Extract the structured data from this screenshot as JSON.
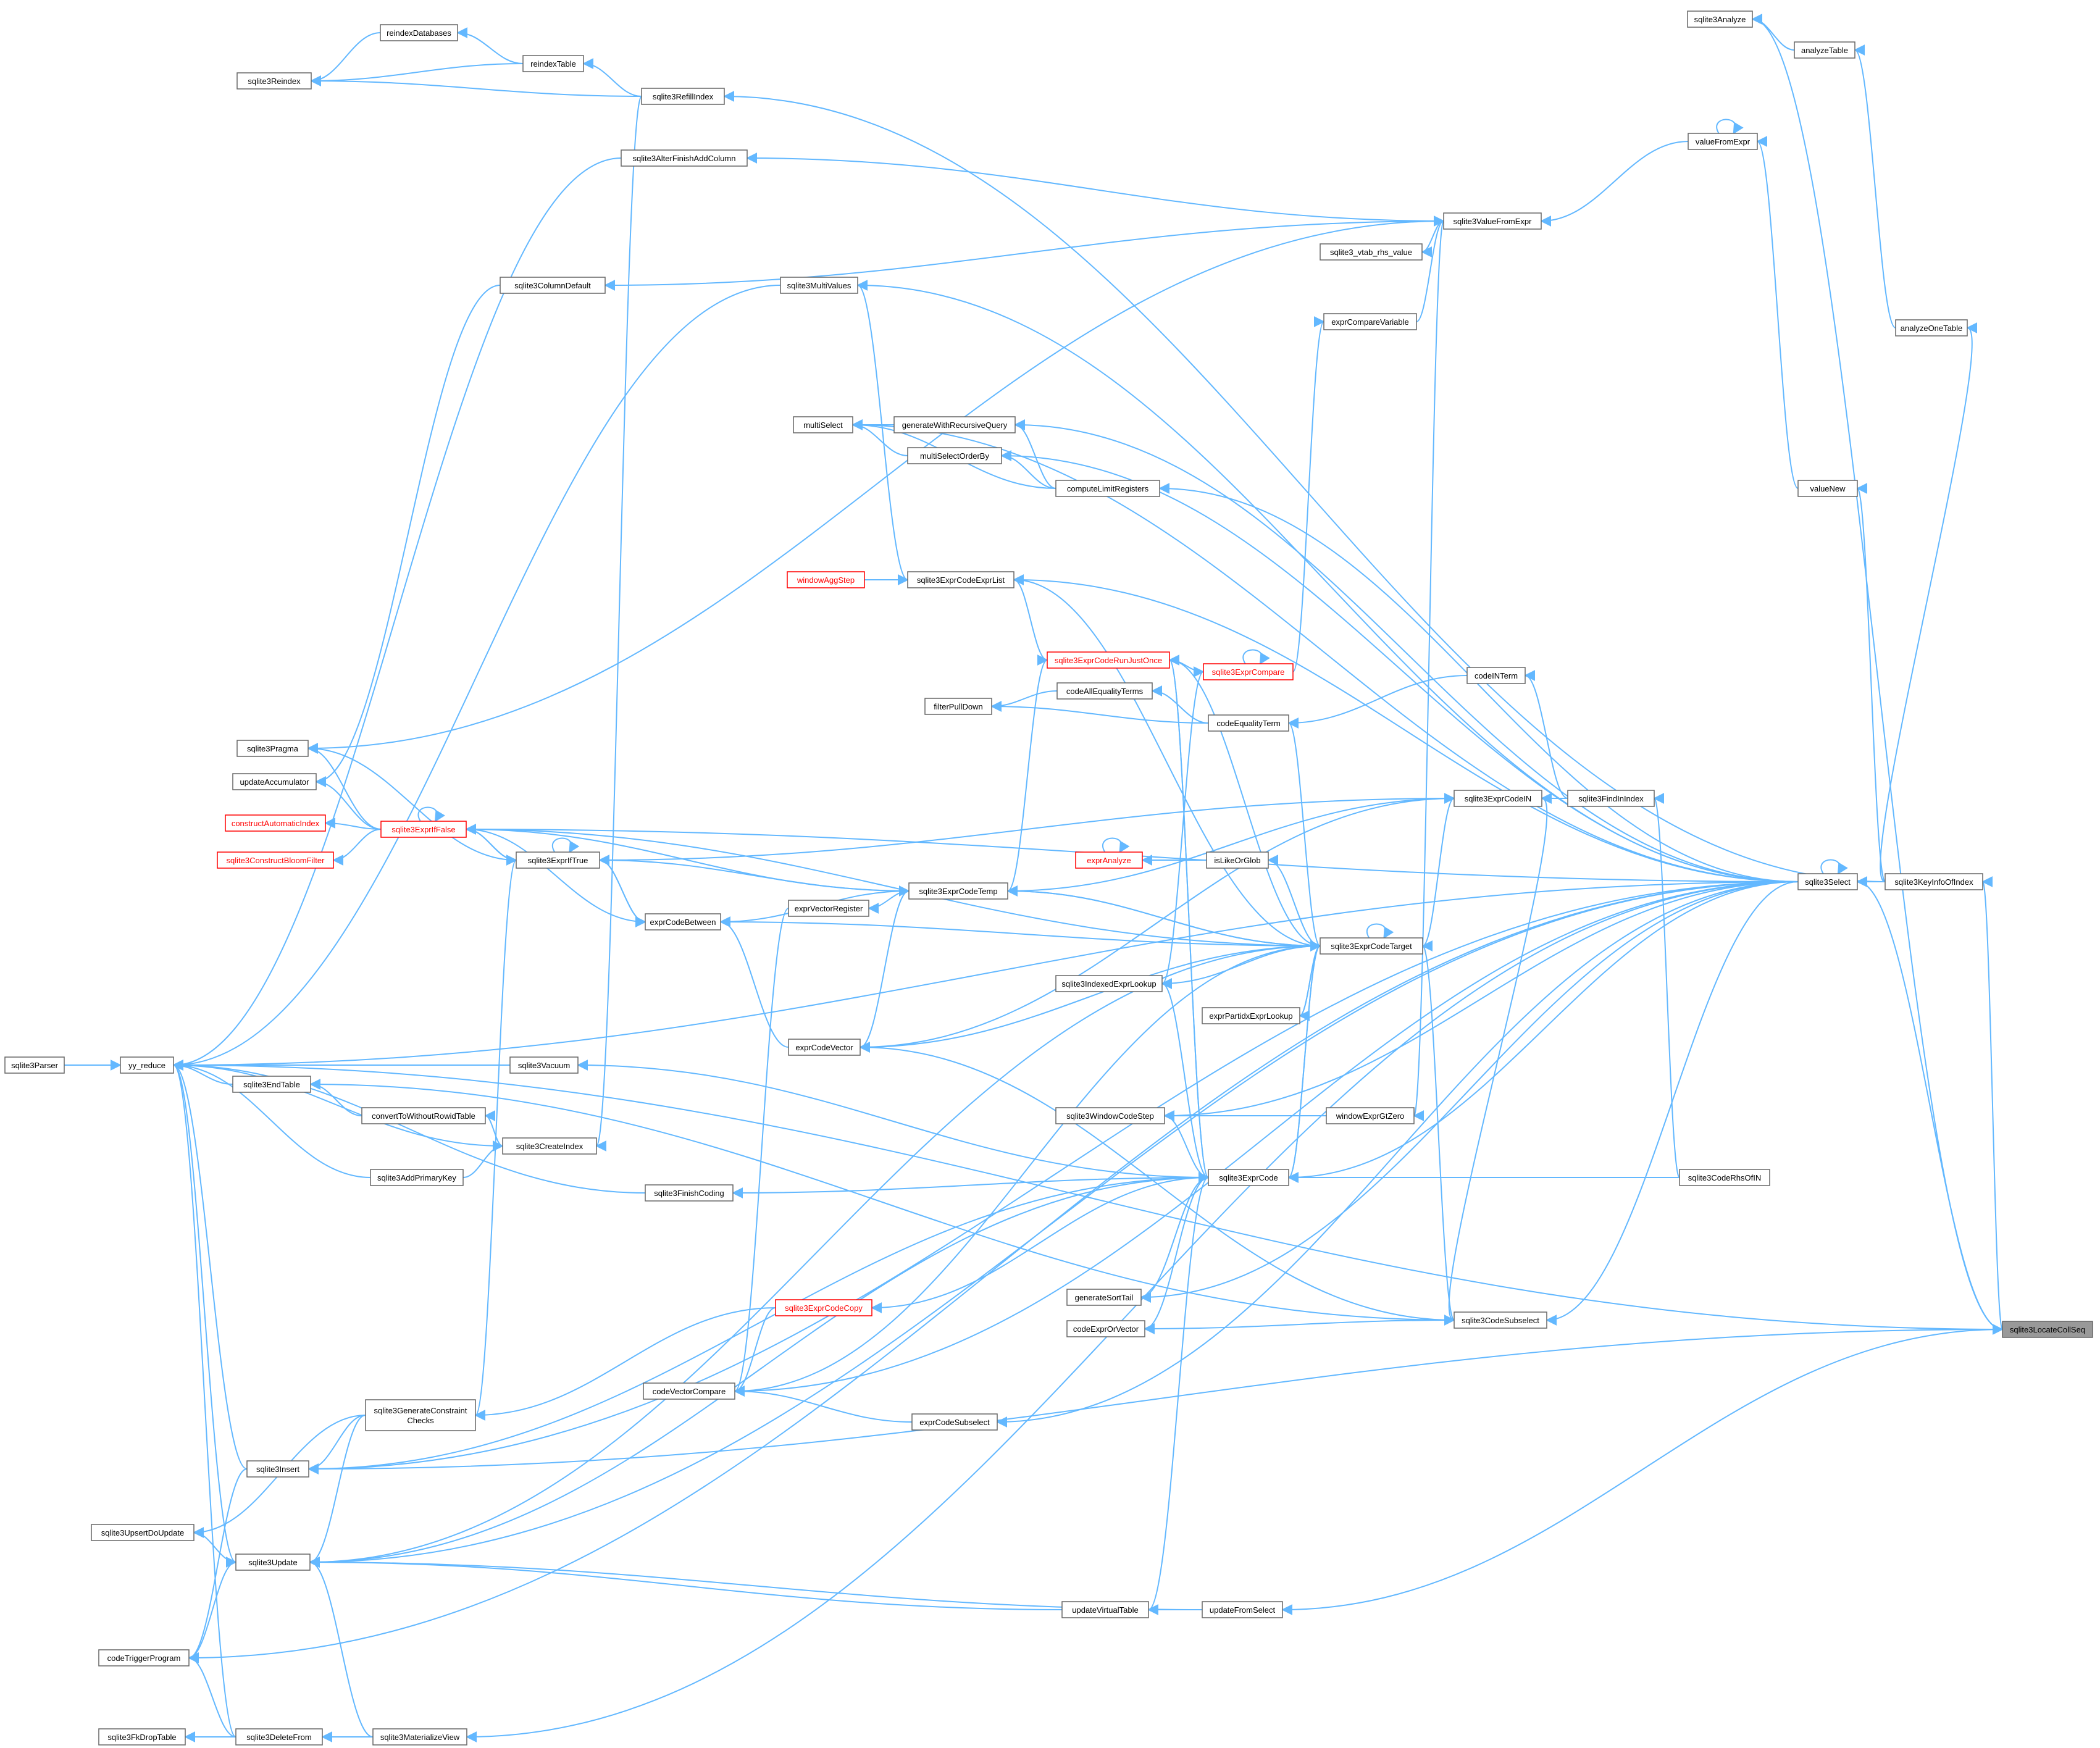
{
  "nodes": [
    {
      "id": "locate",
      "label": "sqlite3LocateCollSeq",
      "style": "root"
    },
    {
      "id": "analyze",
      "label": "sqlite3Analyze"
    },
    {
      "id": "analyzeTable",
      "label": "analyzeTable"
    },
    {
      "id": "analyzeOneTable",
      "label": "analyzeOneTable"
    },
    {
      "id": "reindexDatabases",
      "label": "reindexDatabases"
    },
    {
      "id": "reindexTable",
      "label": "reindexTable"
    },
    {
      "id": "sqlite3Reindex",
      "label": "sqlite3Reindex"
    },
    {
      "id": "refillIndex",
      "label": "sqlite3RefillIndex"
    },
    {
      "id": "valueFromExpr",
      "label": "valueFromExpr"
    },
    {
      "id": "alterFinish",
      "label": "sqlite3AlterFinishAddColumn"
    },
    {
      "id": "valueFromExprS",
      "label": "sqlite3ValueFromExpr"
    },
    {
      "id": "vtabRhs",
      "label": "sqlite3_vtab_rhs_value"
    },
    {
      "id": "columnDefault",
      "label": "sqlite3ColumnDefault"
    },
    {
      "id": "multiValues",
      "label": "sqlite3MultiValues"
    },
    {
      "id": "exprCompareVar",
      "label": "exprCompareVariable"
    },
    {
      "id": "multiSelect",
      "label": "multiSelect"
    },
    {
      "id": "genRecursive",
      "label": "generateWithRecursiveQuery"
    },
    {
      "id": "multiSelectOrderBy",
      "label": "multiSelectOrderBy"
    },
    {
      "id": "valueNew",
      "label": "valueNew"
    },
    {
      "id": "computeLimit",
      "label": "computeLimitRegisters"
    },
    {
      "id": "windowAggStep",
      "label": "windowAggStep",
      "style": "red"
    },
    {
      "id": "exprCodeExprList",
      "label": "sqlite3ExprCodeExprList"
    },
    {
      "id": "runJustOnce",
      "label": "sqlite3ExprCodeRunJustOnce",
      "style": "red"
    },
    {
      "id": "exprCompare",
      "label": "sqlite3ExprCompare",
      "style": "red"
    },
    {
      "id": "codeINTerm",
      "label": "codeINTerm"
    },
    {
      "id": "codeAllEq",
      "label": "codeAllEqualityTerms"
    },
    {
      "id": "filterPullDown",
      "label": "filterPullDown"
    },
    {
      "id": "codeEqTerm",
      "label": "codeEqualityTerm"
    },
    {
      "id": "pragma",
      "label": "sqlite3Pragma"
    },
    {
      "id": "updateAccum",
      "label": "updateAccumulator"
    },
    {
      "id": "exprCodeIN",
      "label": "sqlite3ExprCodeIN"
    },
    {
      "id": "findInIndex",
      "label": "sqlite3FindInIndex"
    },
    {
      "id": "constructAuto",
      "label": "constructAutomaticIndex",
      "style": "red"
    },
    {
      "id": "exprIfFalse",
      "label": "sqlite3ExprIfFalse",
      "style": "red"
    },
    {
      "id": "constructBloom",
      "label": "sqlite3ConstructBloomFilter",
      "style": "red"
    },
    {
      "id": "exprAnalyze",
      "label": "exprAnalyze",
      "style": "red"
    },
    {
      "id": "isLikeOrGlob",
      "label": "isLikeOrGlob"
    },
    {
      "id": "exprIfTrue",
      "label": "sqlite3ExprIfTrue"
    },
    {
      "id": "exprCodeTemp",
      "label": "sqlite3ExprCodeTemp"
    },
    {
      "id": "select",
      "label": "sqlite3Select"
    },
    {
      "id": "keyInfo",
      "label": "sqlite3KeyInfoOfIndex"
    },
    {
      "id": "vectorRegister",
      "label": "exprVectorRegister"
    },
    {
      "id": "exprCodeBetween",
      "label": "exprCodeBetween"
    },
    {
      "id": "codeTarget",
      "label": "sqlite3ExprCodeTarget"
    },
    {
      "id": "indexedLookup",
      "label": "sqlite3IndexedExprLookup"
    },
    {
      "id": "partIdx",
      "label": "exprPartidxExprLookup"
    },
    {
      "id": "exprCodeVector",
      "label": "exprCodeVector"
    },
    {
      "id": "parser",
      "label": "sqlite3Parser"
    },
    {
      "id": "yyReduce",
      "label": "yy_reduce"
    },
    {
      "id": "vacuum",
      "label": "sqlite3Vacuum"
    },
    {
      "id": "endTable",
      "label": "sqlite3EndTable"
    },
    {
      "id": "convertWR",
      "label": "convertToWithoutRowidTable"
    },
    {
      "id": "windowCodeStep",
      "label": "sqlite3WindowCodeStep"
    },
    {
      "id": "windowGtZero",
      "label": "windowExprGtZero"
    },
    {
      "id": "createIndex",
      "label": "sqlite3CreateIndex"
    },
    {
      "id": "exprCode",
      "label": "sqlite3ExprCode"
    },
    {
      "id": "codeRhsOfIN",
      "label": "sqlite3CodeRhsOfIN"
    },
    {
      "id": "addPK",
      "label": "sqlite3AddPrimaryKey"
    },
    {
      "id": "finishCoding",
      "label": "sqlite3FinishCoding"
    },
    {
      "id": "genSortTail",
      "label": "generateSortTail"
    },
    {
      "id": "exprCodeCopy",
      "label": "sqlite3ExprCodeCopy",
      "style": "red"
    },
    {
      "id": "codeSubselect",
      "label": "sqlite3CodeSubselect"
    },
    {
      "id": "codeExprOrVector",
      "label": "codeExprOrVector"
    },
    {
      "id": "codeVectorCompare",
      "label": "codeVectorCompare"
    },
    {
      "id": "genConstraint",
      "label": "sqlite3GenerateConstraint\nChecks"
    },
    {
      "id": "exprCodeSubselect",
      "label": "exprCodeSubselect"
    },
    {
      "id": "insert",
      "label": "sqlite3Insert"
    },
    {
      "id": "upsert",
      "label": "sqlite3UpsertDoUpdate"
    },
    {
      "id": "update",
      "label": "sqlite3Update"
    },
    {
      "id": "updateVirtual",
      "label": "updateVirtualTable"
    },
    {
      "id": "updateFromSelect",
      "label": "updateFromSelect"
    },
    {
      "id": "codeTrigger",
      "label": "codeTriggerProgram"
    },
    {
      "id": "fkDrop",
      "label": "sqlite3FkDropTable"
    },
    {
      "id": "deleteFrom",
      "label": "sqlite3DeleteFrom"
    },
    {
      "id": "materialize",
      "label": "sqlite3MaterializeView"
    }
  ],
  "edges": [
    [
      "analyze",
      "locate"
    ],
    [
      "analyzeTable",
      "analyze"
    ],
    [
      "analyzeOneTable",
      "analyzeTable"
    ],
    [
      "reindexDatabases",
      "sqlite3Reindex"
    ],
    [
      "reindexTable",
      "reindexDatabases"
    ],
    [
      "reindexTable",
      "sqlite3Reindex"
    ],
    [
      "refillIndex",
      "reindexTable"
    ],
    [
      "refillIndex",
      "sqlite3Reindex"
    ],
    [
      "refillIndex",
      "createIndex"
    ],
    [
      "keyInfo",
      "refillIndex"
    ],
    [
      "keyInfo",
      "analyzeOneTable"
    ],
    [
      "keyInfo",
      "valueNew"
    ],
    [
      "keyInfo",
      "select"
    ],
    [
      "locate",
      "keyInfo"
    ],
    [
      "locate",
      "select"
    ],
    [
      "locate",
      "updateFromSelect"
    ],
    [
      "locate",
      "insert"
    ],
    [
      "locate",
      "yyReduce"
    ],
    [
      "valueNew",
      "valueFromExpr"
    ],
    [
      "valueFromExpr",
      "valueFromExprS"
    ],
    [
      "valueFromExpr",
      "valueFromExpr"
    ],
    [
      "valueFromExprS",
      "alterFinish"
    ],
    [
      "valueFromExprS",
      "vtabRhs"
    ],
    [
      "valueFromExprS",
      "columnDefault"
    ],
    [
      "valueFromExprS",
      "pragma"
    ],
    [
      "valueFromExprS",
      "windowGtZero"
    ],
    [
      "exprCompareVar",
      "valueFromExprS"
    ],
    [
      "alterFinish",
      "yyReduce"
    ],
    [
      "columnDefault",
      "updateAccum"
    ],
    [
      "multiValues",
      "yyReduce"
    ],
    [
      "multiValues",
      "exprCodeExprList"
    ],
    [
      "exprCompare",
      "exprCompareVar"
    ],
    [
      "exprCompare",
      "exprCompare"
    ],
    [
      "exprCompare",
      "indexedLookup"
    ],
    [
      "select",
      "multiSelect"
    ],
    [
      "select",
      "genRecursive"
    ],
    [
      "select",
      "multiSelectOrderBy"
    ],
    [
      "select",
      "computeLimit"
    ],
    [
      "select",
      "exprCodeExprList"
    ],
    [
      "select",
      "yyReduce"
    ],
    [
      "select",
      "multiValues"
    ],
    [
      "select",
      "exprIfFalse"
    ],
    [
      "select",
      "select"
    ],
    [
      "select",
      "windowCodeStep"
    ],
    [
      "select",
      "codeSubselect"
    ],
    [
      "select",
      "exprCodeSubselect"
    ],
    [
      "select",
      "insert"
    ],
    [
      "select",
      "update"
    ],
    [
      "select",
      "codeTrigger"
    ],
    [
      "select",
      "materialize"
    ],
    [
      "select",
      "exprCode"
    ],
    [
      "select",
      "genSortTail"
    ],
    [
      "select",
      "codeVectorCompare"
    ],
    [
      "genRecursive",
      "multiSelect"
    ],
    [
      "multiSelectOrderBy",
      "multiSelect"
    ],
    [
      "computeLimit",
      "genRecursive"
    ],
    [
      "computeLimit",
      "multiSelect"
    ],
    [
      "computeLimit",
      "multiSelectOrderBy"
    ],
    [
      "windowAggStep",
      "exprCodeExprList"
    ],
    [
      "exprCodeExprList",
      "runJustOnce"
    ],
    [
      "runJustOnce",
      "exprCompare"
    ],
    [
      "runJustOnce",
      "codeTarget"
    ],
    [
      "runJustOnce",
      "exprCodeTemp"
    ],
    [
      "runJustOnce",
      "exprCode"
    ],
    [
      "codeINTerm",
      "codeEqTerm"
    ],
    [
      "findInIndex",
      "codeINTerm"
    ],
    [
      "findInIndex",
      "exprCodeIN"
    ],
    [
      "codeRhsOfIN",
      "findInIndex"
    ],
    [
      "codeAllEq",
      "filterPullDown"
    ],
    [
      "codeEqTerm",
      "codeAllEq"
    ],
    [
      "codeEqTerm",
      "filterPullDown"
    ],
    [
      "codeTarget",
      "codeEqTerm"
    ],
    [
      "exprIfFalse",
      "pragma"
    ],
    [
      "exprIfFalse",
      "updateAccum"
    ],
    [
      "exprIfFalse",
      "constructAuto"
    ],
    [
      "exprIfFalse",
      "constructBloom"
    ],
    [
      "exprIfFalse",
      "exprIfFalse"
    ],
    [
      "exprIfFalse",
      "exprIfTrue"
    ],
    [
      "exprIfFalse",
      "exprCodeBetween"
    ],
    [
      "exprIfFalse",
      "exprCodeTemp"
    ],
    [
      "exprIfFalse",
      "codeTarget"
    ],
    [
      "exprIfTrue",
      "exprIfFalse"
    ],
    [
      "exprIfTrue",
      "exprIfTrue"
    ],
    [
      "exprIfTrue",
      "pragma"
    ],
    [
      "exprIfTrue",
      "exprCodeBetween"
    ],
    [
      "exprIfTrue",
      "exprCodeIN"
    ],
    [
      "exprIfTrue",
      "genConstraint"
    ],
    [
      "exprCodeIN",
      "exprCodeTemp"
    ],
    [
      "exprCodeIN",
      "codeTarget"
    ],
    [
      "exprCodeIN",
      "exprCodeVector"
    ],
    [
      "exprAnalyze",
      "exprAnalyze"
    ],
    [
      "isLikeOrGlob",
      "exprAnalyze"
    ],
    [
      "codeTarget",
      "isLikeOrGlob"
    ],
    [
      "exprCodeTemp",
      "exprIfTrue"
    ],
    [
      "exprCodeTemp",
      "exprCodeBetween"
    ],
    [
      "exprCodeTemp",
      "vectorRegister"
    ],
    [
      "exprCodeTemp",
      "codeTarget"
    ],
    [
      "exprCodeTemp",
      "exprCodeVector"
    ],
    [
      "exprCodeBetween",
      "codeTarget"
    ],
    [
      "exprCodeBetween",
      "exprIfTrue"
    ],
    [
      "vectorRegister",
      "codeVectorCompare"
    ],
    [
      "exprCodeVector",
      "exprCodeBetween"
    ],
    [
      "exprCodeVector",
      "codeSubselect"
    ],
    [
      "codeTarget",
      "codeTarget"
    ],
    [
      "codeTarget",
      "indexedLookup"
    ],
    [
      "codeTarget",
      "partIdx"
    ],
    [
      "codeTarget",
      "exprCodeTemp"
    ],
    [
      "codeTarget",
      "exprCodeExprList"
    ],
    [
      "codeTarget",
      "exprCode"
    ],
    [
      "codeTarget",
      "exprCodeVector"
    ],
    [
      "codeTarget",
      "codeVectorCompare"
    ],
    [
      "codeTarget",
      "update"
    ],
    [
      "partIdx",
      "codeTarget"
    ],
    [
      "indexedLookup",
      "exprCode"
    ],
    [
      "parser",
      "yyReduce"
    ],
    [
      "vacuum",
      "yyReduce"
    ],
    [
      "endTable",
      "yyReduce"
    ],
    [
      "convertWR",
      "endTable"
    ],
    [
      "createIndex",
      "yyReduce"
    ],
    [
      "createIndex",
      "convertWR"
    ],
    [
      "addPK",
      "createIndex"
    ],
    [
      "addPK",
      "yyReduce"
    ],
    [
      "finishCoding",
      "yyReduce"
    ],
    [
      "exprCode",
      "vacuum"
    ],
    [
      "exprCode",
      "finishCoding"
    ],
    [
      "exprCode",
      "codeTarget"
    ],
    [
      "exprCode",
      "windowCodeStep"
    ],
    [
      "exprCode",
      "genSortTail"
    ],
    [
      "exprCode",
      "codeExprOrVector"
    ],
    [
      "exprCode",
      "exprCodeCopy"
    ],
    [
      "exprCode",
      "insert"
    ],
    [
      "exprCode",
      "updateVirtual"
    ],
    [
      "exprCode",
      "update"
    ],
    [
      "exprCode",
      "runJustOnce"
    ],
    [
      "codeRhsOfIN",
      "exprCode"
    ],
    [
      "windowGtZero",
      "windowCodeStep"
    ],
    [
      "exprCodeCopy",
      "genConstraint"
    ],
    [
      "exprCodeCopy",
      "codeVectorCompare"
    ],
    [
      "codeSubselect",
      "codeExprOrVector"
    ],
    [
      "codeSubselect",
      "exprCodeIN"
    ],
    [
      "codeSubselect",
      "codeTarget"
    ],
    [
      "codeSubselect",
      "endTable"
    ],
    [
      "exprCodeSubselect",
      "codeVectorCompare"
    ],
    [
      "genConstraint",
      "insert"
    ],
    [
      "genConstraint",
      "update"
    ],
    [
      "genConstraint",
      "upsert"
    ],
    [
      "insert",
      "yyReduce"
    ],
    [
      "insert",
      "codeTrigger"
    ],
    [
      "upsert",
      "update"
    ],
    [
      "update",
      "yyReduce"
    ],
    [
      "update",
      "codeTrigger"
    ],
    [
      "updateVirtual",
      "update"
    ],
    [
      "updateFromSelect",
      "updateVirtual"
    ],
    [
      "updateFromSelect",
      "update"
    ],
    [
      "deleteFrom",
      "yyReduce"
    ],
    [
      "deleteFrom",
      "codeTrigger"
    ],
    [
      "deleteFrom",
      "fkDrop"
    ],
    [
      "materialize",
      "deleteFrom"
    ],
    [
      "materialize",
      "update"
    ]
  ]
}
